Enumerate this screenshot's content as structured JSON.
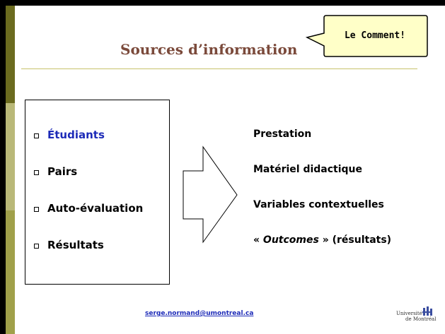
{
  "slide": {
    "title": "Sources d’information",
    "callout_text": "Le Comment!",
    "sources": [
      "Étudiants",
      "Pairs",
      "Auto-évaluation",
      "Résultats"
    ],
    "info_prefix": "« ",
    "info_items": [
      "Prestation",
      "Matériel didactique",
      "Variables contextuelles"
    ],
    "info_last_em": "Outcomes",
    "info_last_rest": " » (résultats)",
    "email": "serge.normand@umontreal.ca",
    "logo_line1": "Université",
    "logo_line2": "de Montréal"
  },
  "colors": {
    "title": "#7b4a3b",
    "highlight_bullet": "#1d2bb8",
    "sidebar_dark": "#6b6b1f",
    "rule": "#c8c26a"
  },
  "icons": [
    "bullet-square-icon",
    "arrow-shape",
    "speech-callout",
    "university-logo"
  ]
}
